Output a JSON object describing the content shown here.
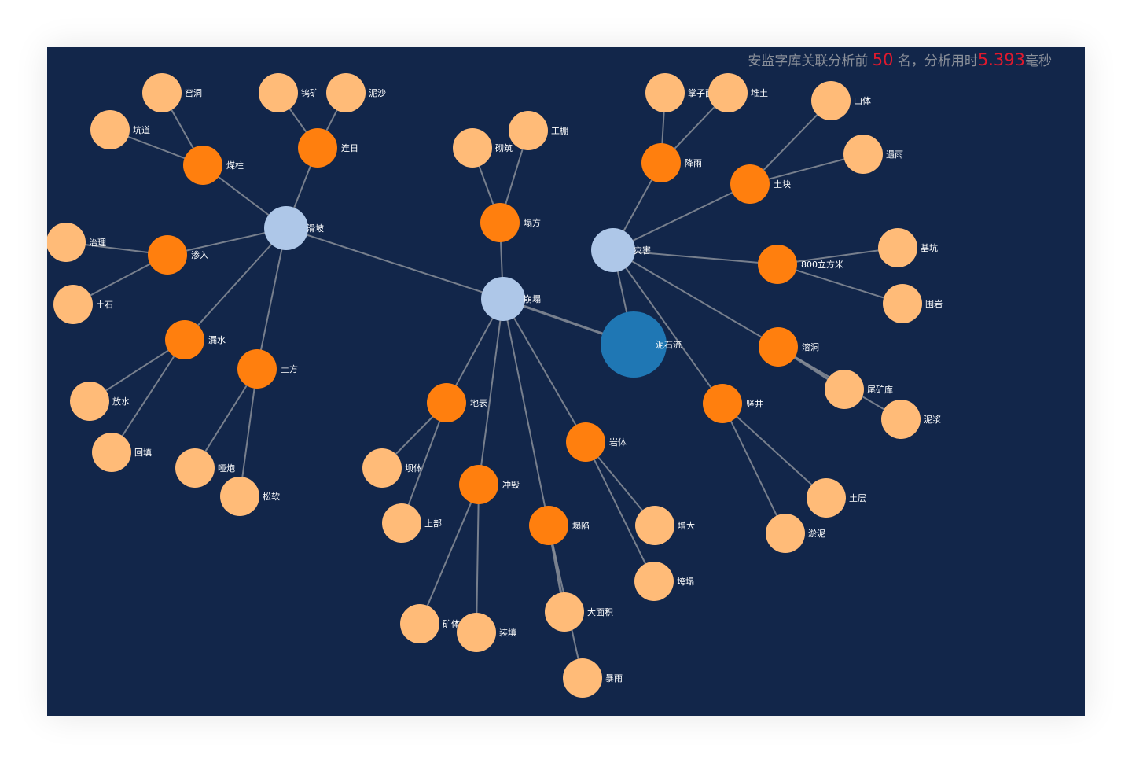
{
  "header": {
    "prefix": "安监字库关联分析前 ",
    "count": "50",
    "middle": " 名，分析用时",
    "time": "5.393",
    "suffix": "毫秒"
  },
  "colors": {
    "background": "#12264a",
    "hub_node": "#aec7e8",
    "center_node": "#1f77b4",
    "mid_node": "#ff7f0e",
    "leaf_node": "#ffbb78",
    "link": "#8a8f99",
    "highlight_text": "#e0192d"
  },
  "graph": {
    "nodes": [
      {
        "id": "mudslide",
        "label": "泥石流",
        "group": "center"
      },
      {
        "id": "collapse",
        "label": "崩塌",
        "group": "hub"
      },
      {
        "id": "landslide",
        "label": "滑坡",
        "group": "hub"
      },
      {
        "id": "disaster",
        "label": "灾害",
        "group": "hub"
      },
      {
        "id": "tafang",
        "label": "塌方",
        "group": "mid"
      },
      {
        "id": "dibiao",
        "label": "地表",
        "group": "mid"
      },
      {
        "id": "chonghui",
        "label": "冲毁",
        "group": "mid"
      },
      {
        "id": "taxian",
        "label": "塌陷",
        "group": "mid"
      },
      {
        "id": "yanti",
        "label": "岩体",
        "group": "mid"
      },
      {
        "id": "meizhu",
        "label": "煤柱",
        "group": "mid"
      },
      {
        "id": "lianri",
        "label": "连日",
        "group": "mid"
      },
      {
        "id": "shenru",
        "label": "渗入",
        "group": "mid"
      },
      {
        "id": "loushui",
        "label": "漏水",
        "group": "mid"
      },
      {
        "id": "tufang",
        "label": "土方",
        "group": "mid"
      },
      {
        "id": "jiangyu",
        "label": "降雨",
        "group": "mid"
      },
      {
        "id": "tukuai",
        "label": "土块",
        "group": "mid"
      },
      {
        "id": "m800",
        "label": "800立方米",
        "group": "mid"
      },
      {
        "id": "rongdong",
        "label": "溶洞",
        "group": "mid"
      },
      {
        "id": "shujing",
        "label": "竖井",
        "group": "mid"
      },
      {
        "id": "yaodong",
        "label": "窑洞",
        "group": "leaf"
      },
      {
        "id": "kengdao",
        "label": "坑道",
        "group": "leaf"
      },
      {
        "id": "wukuang",
        "label": "钨矿",
        "group": "leaf"
      },
      {
        "id": "nisha",
        "label": "泥沙",
        "group": "leaf"
      },
      {
        "id": "zhili",
        "label": "治理",
        "group": "leaf"
      },
      {
        "id": "tushi",
        "label": "土石",
        "group": "leaf"
      },
      {
        "id": "fangshui",
        "label": "放水",
        "group": "leaf"
      },
      {
        "id": "huitian",
        "label": "回填",
        "group": "leaf"
      },
      {
        "id": "yapao",
        "label": "哑炮",
        "group": "leaf"
      },
      {
        "id": "songruan",
        "label": "松软",
        "group": "leaf"
      },
      {
        "id": "chuzhu",
        "label": "砌筑",
        "group": "leaf"
      },
      {
        "id": "gongpeng",
        "label": "工棚",
        "group": "leaf"
      },
      {
        "id": "bati",
        "label": "坝体",
        "group": "leaf"
      },
      {
        "id": "shangbu",
        "label": "上部",
        "group": "leaf"
      },
      {
        "id": "kuangti",
        "label": "矿体",
        "group": "leaf"
      },
      {
        "id": "zhuangtian",
        "label": "装填",
        "group": "leaf"
      },
      {
        "id": "damianji",
        "label": "大面积",
        "group": "leaf"
      },
      {
        "id": "baoyu",
        "label": "暴雨",
        "group": "leaf"
      },
      {
        "id": "zengda",
        "label": "增大",
        "group": "leaf"
      },
      {
        "id": "kuata",
        "label": "垮塌",
        "group": "leaf"
      },
      {
        "id": "zhangzimian",
        "label": "掌子面",
        "group": "leaf"
      },
      {
        "id": "duitu",
        "label": "堆土",
        "group": "leaf"
      },
      {
        "id": "shanti",
        "label": "山体",
        "group": "leaf"
      },
      {
        "id": "daoyu",
        "label": "遇雨",
        "group": "leaf"
      },
      {
        "id": "jikeng",
        "label": "基坑",
        "group": "leaf"
      },
      {
        "id": "weiyan",
        "label": "围岩",
        "group": "leaf"
      },
      {
        "id": "weikuangku",
        "label": "尾矿库",
        "group": "leaf"
      },
      {
        "id": "nijiang",
        "label": "泥浆",
        "group": "leaf"
      },
      {
        "id": "tuceng",
        "label": "土层",
        "group": "leaf"
      },
      {
        "id": "yuni",
        "label": "淤泥",
        "group": "leaf"
      }
    ],
    "links": [
      {
        "source": "collapse",
        "target": "mudslide",
        "weight": 2
      },
      {
        "source": "disaster",
        "target": "mudslide",
        "weight": 1
      },
      {
        "source": "landslide",
        "target": "collapse",
        "weight": 1
      },
      {
        "source": "collapse",
        "target": "tafang",
        "weight": 1
      },
      {
        "source": "collapse",
        "target": "dibiao",
        "weight": 1
      },
      {
        "source": "collapse",
        "target": "chonghui",
        "weight": 1
      },
      {
        "source": "collapse",
        "target": "taxian",
        "weight": 1
      },
      {
        "source": "collapse",
        "target": "yanti",
        "weight": 1
      },
      {
        "source": "landslide",
        "target": "meizhu",
        "weight": 1
      },
      {
        "source": "landslide",
        "target": "lianri",
        "weight": 1
      },
      {
        "source": "landslide",
        "target": "shenru",
        "weight": 1
      },
      {
        "source": "landslide",
        "target": "loushui",
        "weight": 1
      },
      {
        "source": "landslide",
        "target": "tufang",
        "weight": 1
      },
      {
        "source": "disaster",
        "target": "jiangyu",
        "weight": 1
      },
      {
        "source": "disaster",
        "target": "tukuai",
        "weight": 1
      },
      {
        "source": "disaster",
        "target": "m800",
        "weight": 1
      },
      {
        "source": "disaster",
        "target": "rongdong",
        "weight": 1
      },
      {
        "source": "disaster",
        "target": "shujing",
        "weight": 1
      },
      {
        "source": "meizhu",
        "target": "yaodong",
        "weight": 1
      },
      {
        "source": "meizhu",
        "target": "kengdao",
        "weight": 1
      },
      {
        "source": "lianri",
        "target": "wukuang",
        "weight": 1
      },
      {
        "source": "lianri",
        "target": "nisha",
        "weight": 1
      },
      {
        "source": "shenru",
        "target": "zhili",
        "weight": 1
      },
      {
        "source": "shenru",
        "target": "tushi",
        "weight": 1
      },
      {
        "source": "loushui",
        "target": "fangshui",
        "weight": 1
      },
      {
        "source": "loushui",
        "target": "huitian",
        "weight": 1
      },
      {
        "source": "tufang",
        "target": "yapao",
        "weight": 1
      },
      {
        "source": "tufang",
        "target": "songruan",
        "weight": 1
      },
      {
        "source": "tafang",
        "target": "chuzhu",
        "weight": 1
      },
      {
        "source": "tafang",
        "target": "gongpeng",
        "weight": 1
      },
      {
        "source": "dibiao",
        "target": "bati",
        "weight": 1
      },
      {
        "source": "dibiao",
        "target": "shangbu",
        "weight": 1
      },
      {
        "source": "chonghui",
        "target": "kuangti",
        "weight": 1
      },
      {
        "source": "chonghui",
        "target": "zhuangtian",
        "weight": 1
      },
      {
        "source": "taxian",
        "target": "damianji",
        "weight": 2
      },
      {
        "source": "taxian",
        "target": "baoyu",
        "weight": 1
      },
      {
        "source": "yanti",
        "target": "zengda",
        "weight": 1
      },
      {
        "source": "yanti",
        "target": "kuata",
        "weight": 1
      },
      {
        "source": "jiangyu",
        "target": "zhangzimian",
        "weight": 1
      },
      {
        "source": "jiangyu",
        "target": "duitu",
        "weight": 1
      },
      {
        "source": "tukuai",
        "target": "shanti",
        "weight": 1
      },
      {
        "source": "tukuai",
        "target": "daoyu",
        "weight": 1
      },
      {
        "source": "m800",
        "target": "jikeng",
        "weight": 1
      },
      {
        "source": "m800",
        "target": "weiyan",
        "weight": 1
      },
      {
        "source": "rongdong",
        "target": "weikuangku",
        "weight": 2
      },
      {
        "source": "rongdong",
        "target": "nijiang",
        "weight": 1
      },
      {
        "source": "shujing",
        "target": "tuceng",
        "weight": 1
      },
      {
        "source": "shujing",
        "target": "yuni",
        "weight": 1
      }
    ]
  }
}
